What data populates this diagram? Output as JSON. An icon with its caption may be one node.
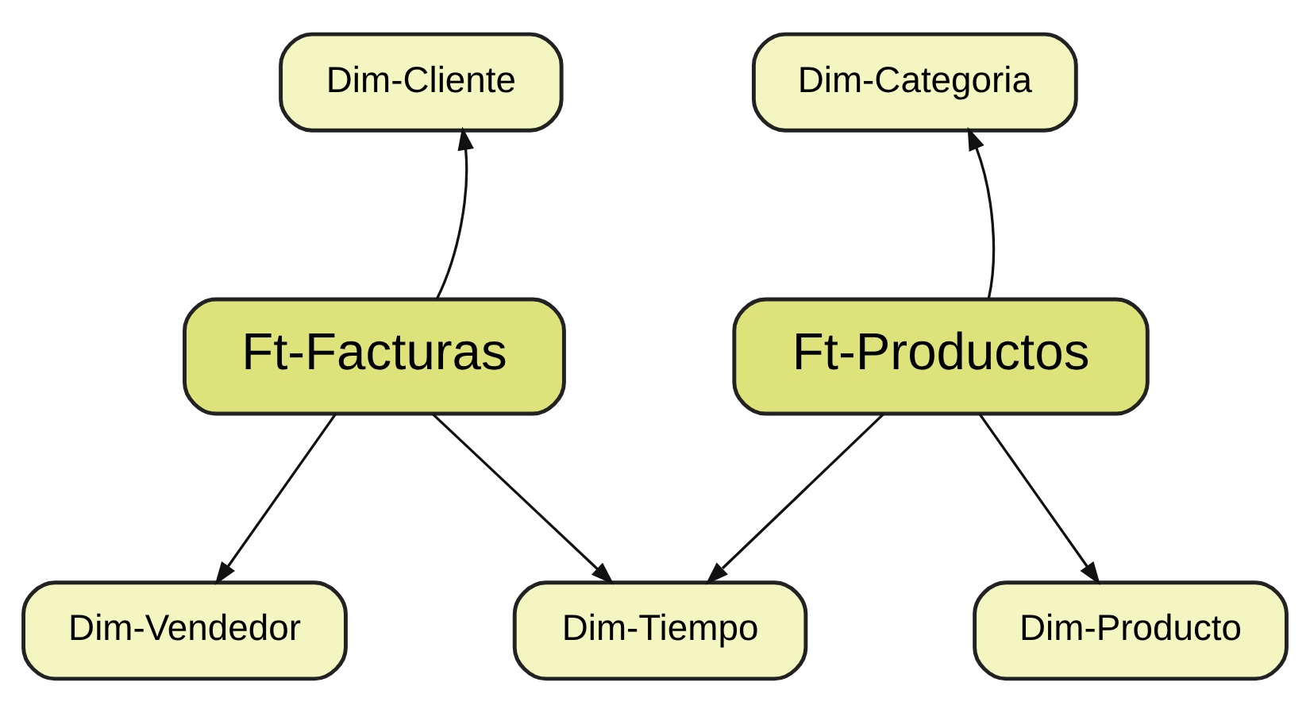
{
  "diagram": {
    "nodes": [
      {
        "text": [
          "Dim-Cliente"
        ]
      },
      {
        "text": [
          "Dim-Categoria"
        ]
      },
      {
        "text": [
          "Ft-Facturas"
        ]
      },
      {
        "text": [
          "Ft-Productos"
        ]
      },
      {
        "text": [
          "Dim-Vendedor"
        ]
      },
      {
        "text": [
          "Dim-Tiempo"
        ]
      },
      {
        "text": [
          "Dim-Producto"
        ]
      }
    ],
    "edges": [
      {
        "from": 2,
        "to": 0,
        "arrow": "to"
      },
      {
        "from": 3,
        "to": 1,
        "arrow": "to"
      },
      {
        "from": 2,
        "to": 4,
        "arrow": "to"
      },
      {
        "from": 2,
        "to": 5,
        "arrow": "to"
      },
      {
        "from": 3,
        "to": 5,
        "arrow": "to"
      },
      {
        "from": 3,
        "to": 6,
        "arrow": "to"
      }
    ]
  }
}
